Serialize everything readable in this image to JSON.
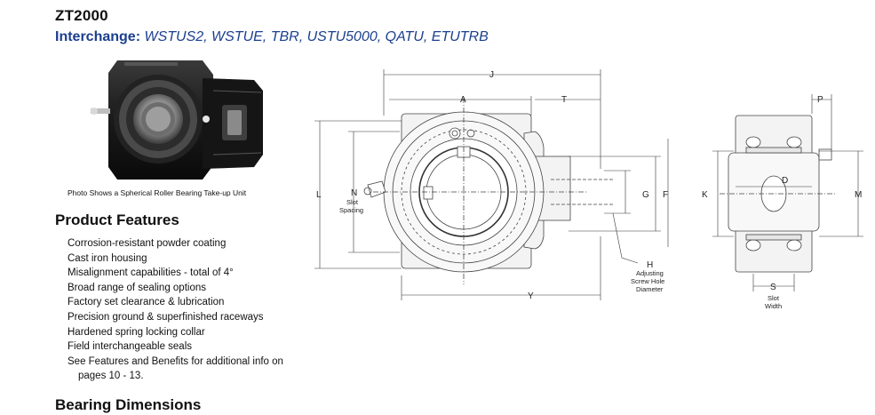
{
  "header": {
    "title": "ZT2000",
    "interchange_label": "Interchange:",
    "interchange_values": "WSTUS2, WSTUE, TBR, USTU5000, QATU, ETUTRB"
  },
  "photo": {
    "caption": "Photo Shows a Spherical Roller Bearing Take-up Unit"
  },
  "features": {
    "heading": "Product Features",
    "items": [
      "Corrosion-resistant powder coating",
      "Cast iron housing",
      "Misalignment capabilities - total of 4°",
      "Broad range of sealing options",
      "Factory set clearance & lubrication",
      "Precision ground & superfinished raceways",
      "Hardened spring locking collar",
      "Field interchangeable seals",
      "See Features and Benefits for additional info on",
      "pages 10 - 13."
    ]
  },
  "dimensions": {
    "heading": "Bearing Dimensions"
  },
  "drawing": {
    "labels": {
      "J": "J",
      "A": "A",
      "T": "T",
      "P": "P",
      "L": "L",
      "N": "N",
      "slot": "Slot",
      "spacing": "Spacing",
      "G": "G",
      "F": "F",
      "K": "K",
      "D": "D",
      "M": "M",
      "H": "H",
      "adjusting": "Adjusting",
      "screw_hole": "Screw Hole",
      "diameter": "Diameter",
      "Y": "Y",
      "S": "S",
      "width": "Width"
    }
  }
}
